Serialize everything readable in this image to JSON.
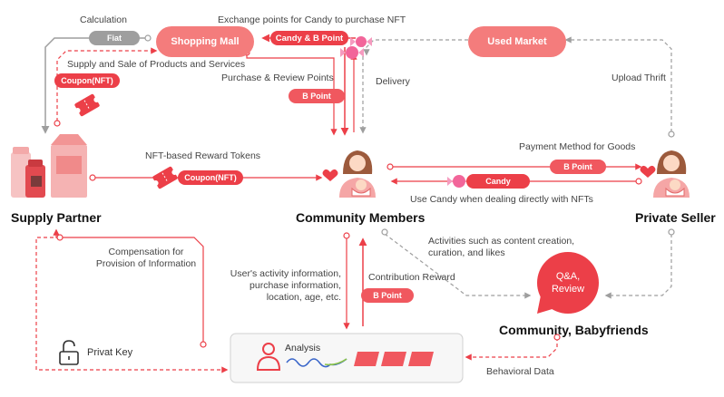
{
  "nodes": {
    "supply_partner": "Supply Partner",
    "community_members": "Community Members",
    "private_seller": "Private Seller",
    "community": "Community, Babyfriends",
    "shopping_mall": "Shopping Mall",
    "used_market": "Used Market",
    "qa_review": "Q&A,\nReview",
    "analysis": "Analysis",
    "privat_key": "Privat Key"
  },
  "badges": {
    "fiat": "Fiat",
    "candy_b_point": "Candy & B Point",
    "coupon_nft_top": "Coupon(NFT)",
    "coupon_nft_mid": "Coupon(NFT)",
    "b_point_purchase": "B Point",
    "b_point_payment": "B Point",
    "candy": "Candy",
    "b_point_contribution": "B Point"
  },
  "labels": {
    "calculation": "Calculation",
    "exchange": "Exchange points for Candy to purchase NFT",
    "supply_sale": "Supply and Sale of Products and Services",
    "purchase_review": "Purchase & Review Points",
    "delivery": "Delivery",
    "upload_thrift": "Upload Thrift",
    "nft_reward": "NFT-based Reward Tokens",
    "payment_method": "Payment Method for Goods",
    "use_candy": "Use Candy when dealing directly with NFTs",
    "activities": "Activities such as content creation,\ncuration, and likes",
    "compensation": "Compensation for\nProvision of Information",
    "user_activity": "User's activity information,\npurchase information,\nlocation, age, etc.",
    "contribution": "Contribution Reward",
    "behavioral": "Behavioral Data"
  },
  "colors": {
    "primary": "#f0585f",
    "soft": "#f47c7c",
    "grey": "#9e9e9e",
    "pink": "#f2669a"
  },
  "icons": [
    "products-icon",
    "mother-baby-icon",
    "coupon-icon",
    "candy-icon",
    "lock-icon",
    "person-icon",
    "wave-icon",
    "data-block-icon",
    "heart-icon"
  ]
}
